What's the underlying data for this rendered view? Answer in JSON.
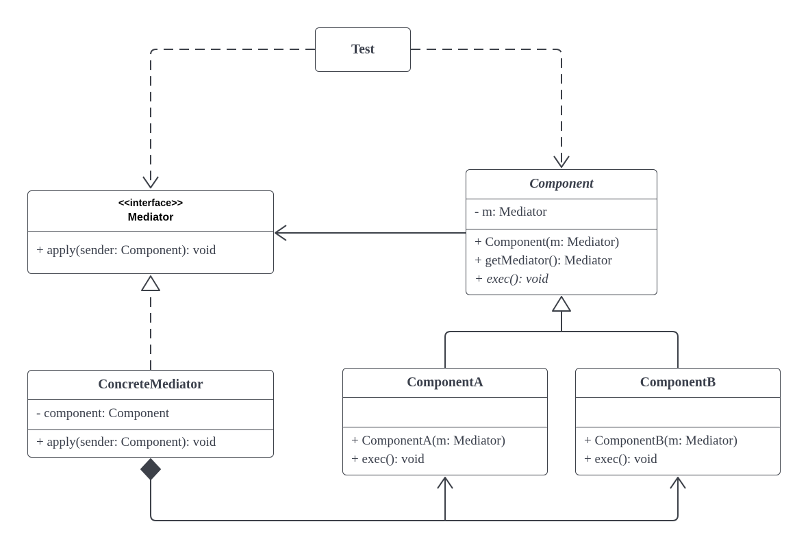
{
  "test": {
    "title": "Test"
  },
  "mediator": {
    "stereotype": "<<interface>>",
    "title": "Mediator",
    "methods": [
      "+ apply(sender: Component): void"
    ]
  },
  "component": {
    "title": "Component",
    "attributes": [
      "- m: Mediator"
    ],
    "methods": [
      "+ Component(m: Mediator)",
      "+ getMediator(): Mediator",
      "+ exec(): void"
    ]
  },
  "concrete_mediator": {
    "title": "ConcreteMediator",
    "attributes": [
      "- component: Component"
    ],
    "methods": [
      "+ apply(sender: Component): void"
    ]
  },
  "component_a": {
    "title": "ComponentA",
    "methods": [
      "+ ComponentA(m: Mediator)",
      "+ exec(): void"
    ]
  },
  "component_b": {
    "title": "ComponentB",
    "methods": [
      "+ ComponentB(m: Mediator)",
      "+ exec(): void"
    ]
  },
  "colors": {
    "line": "#3d4149",
    "text": "#3a3f4b"
  }
}
